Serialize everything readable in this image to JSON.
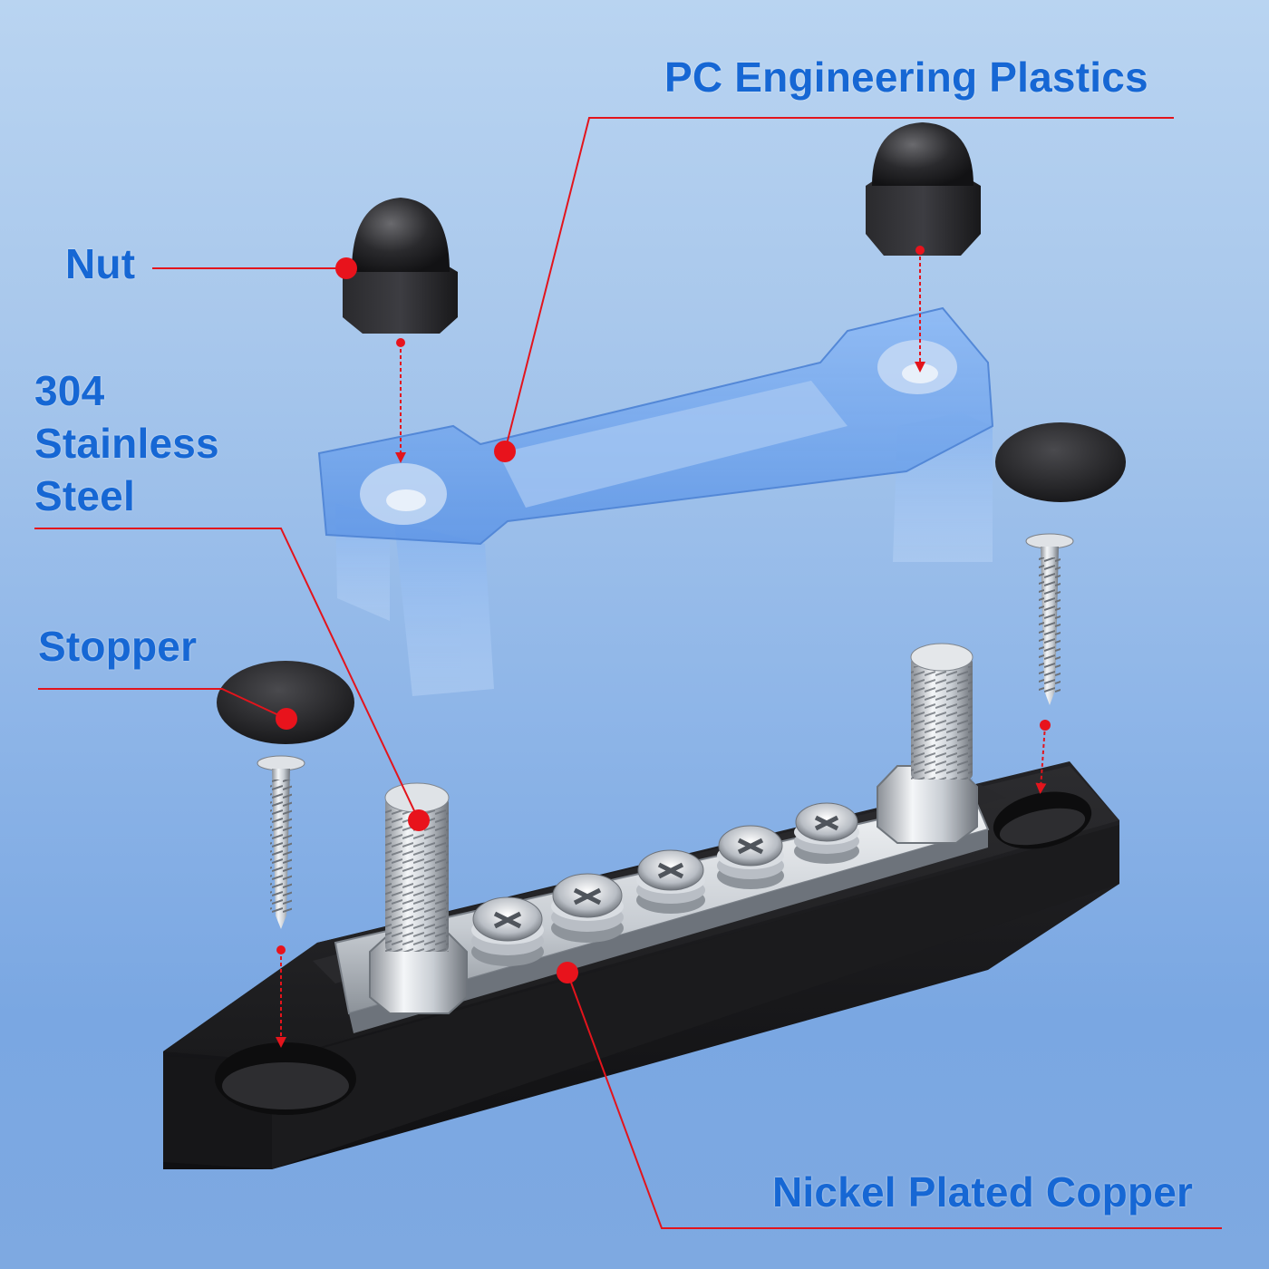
{
  "labels": {
    "pc": "PC Engineering Plastics",
    "nut": "Nut",
    "steel_line1": "304",
    "steel_line2": "Stainless",
    "steel_line3": "Steel",
    "stopper": "Stopper",
    "copper": "Nickel Plated Copper"
  },
  "colors": {
    "label_text": "#1667d4",
    "leader_line": "#e3141c",
    "background_top": "#b9d4f1",
    "background_bottom": "#7aa7e2",
    "plastic_cover": "#6ea4ee",
    "rubber_base": "#1c1c1e"
  }
}
